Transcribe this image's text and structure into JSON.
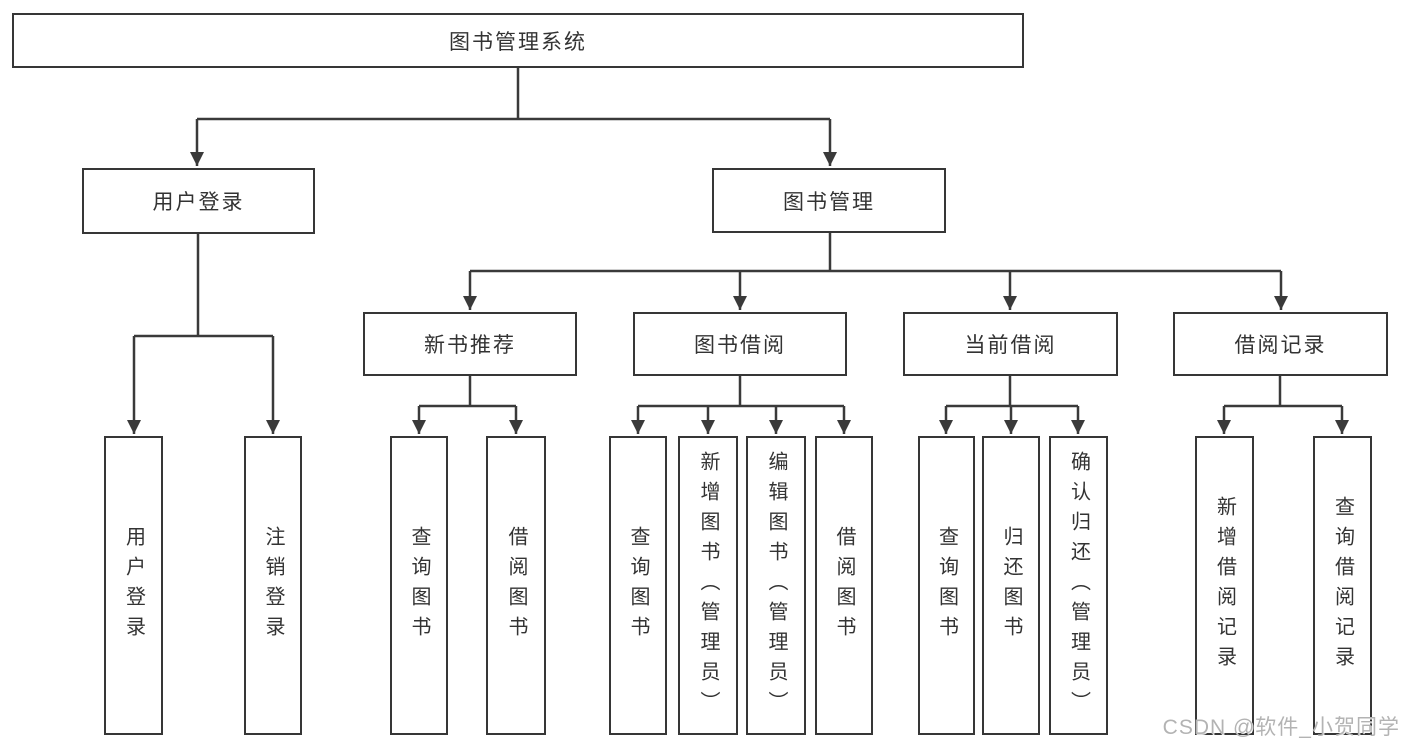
{
  "diagram_title": "图书管理系统",
  "tree": {
    "label": "图书管理系统",
    "children": [
      {
        "label": "用户登录",
        "children": [
          {
            "label": "用户登录"
          },
          {
            "label": "注销登录"
          }
        ]
      },
      {
        "label": "图书管理",
        "children": [
          {
            "label": "新书推荐",
            "children": [
              {
                "label": "查询图书"
              },
              {
                "label": "借阅图书"
              }
            ]
          },
          {
            "label": "图书借阅",
            "children": [
              {
                "label": "查询图书"
              },
              {
                "label": "新增图书（管理员）"
              },
              {
                "label": "编辑图书（管理员）"
              },
              {
                "label": "借阅图书"
              }
            ]
          },
          {
            "label": "当前借阅",
            "children": [
              {
                "label": "查询图书"
              },
              {
                "label": "归还图书"
              },
              {
                "label": "确认归还（管理员）"
              }
            ]
          },
          {
            "label": "借阅记录",
            "children": [
              {
                "label": "新增借阅记录"
              },
              {
                "label": "查询借阅记录"
              }
            ]
          }
        ]
      }
    ]
  },
  "watermark": {
    "text": "CSDN @软件_小贺同学"
  },
  "colors": {
    "background": "#ffffff",
    "line": "#3a3a3a",
    "box_border": "#363636",
    "text": "#333333",
    "watermark": "#b3b3b3"
  }
}
